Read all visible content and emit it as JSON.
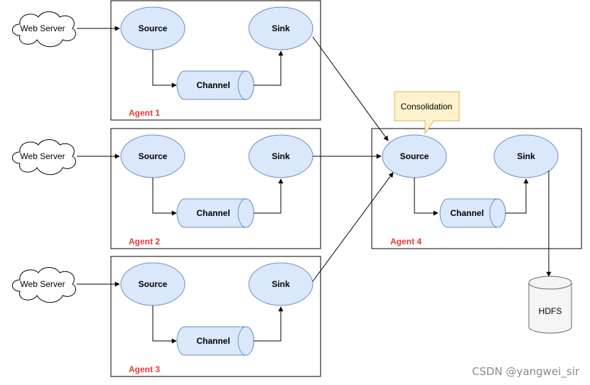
{
  "agents": [
    {
      "label": "Agent 1",
      "source": "Source",
      "sink": "Sink",
      "channel": "Channel",
      "server": "Web Server"
    },
    {
      "label": "Agent 2",
      "source": "Source",
      "sink": "Sink",
      "channel": "Channel",
      "server": "Web Server"
    },
    {
      "label": "Agent 3",
      "source": "Source",
      "sink": "Sink",
      "channel": "Channel",
      "server": "Web Server"
    }
  ],
  "agent4": {
    "label": "Agent 4",
    "source": "Source",
    "sink": "Sink",
    "channel": "Channel"
  },
  "callout": "Consolidation",
  "storage": "HDFS",
  "watermark": "CSDN @yangwei_sir",
  "colors": {
    "node_fill": "#dae8fc",
    "node_stroke": "#6c8ebf",
    "callout_fill": "#fff2cc",
    "callout_stroke": "#d6b656",
    "agent_label": "#e53935",
    "hdfs_fill": "#f5f5f5",
    "hdfs_stroke": "#666666"
  }
}
